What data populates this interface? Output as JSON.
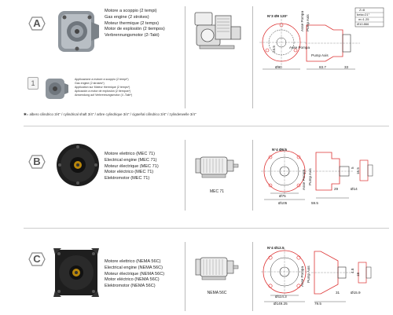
{
  "section_a": {
    "letter": "A",
    "lines": [
      "Motore a scoppio (2 tempi)",
      "Gas engine (2 strokes)",
      "Moteur thermique (2 temps)",
      "Motor de explosión (2 tiempos)",
      "Verbrennungsmotor (2-Takt)"
    ],
    "sub_number": "1",
    "sub_lines": [
      "Applicazione a motore a scoppio (2 tempi*)",
      "Gas engine (2 strokes*)",
      "Application sur Moteur thermique (2 temps*)",
      "Aplicación a motor de explosión (2 tiempos*)",
      "Anwendung auf Verbrennungsmotor (4 -Takt*)"
    ],
    "footnote": "✱= albero cilindrico 3/4\" / cylindrical shaft 3/4\" / arbre cylindrique 3/4\" / cigüeñal cilíndrico 3/4\" / zylinderwelle 3/4\"",
    "dims": {
      "holes": "N°3 Ø9 120°",
      "asse_pompa": "Asse Pompa",
      "pump_axis": "Pump Axis",
      "asse_pompa_2": "Asse Pompa",
      "pump_axis_2": "Pump Axis",
      "d_outer": "Ø90",
      "len1": "83.7",
      "len2": "33",
      "h": "23.5",
      "key1": "Z=8",
      "key2": "beta=21°",
      "key3": "m=1.25",
      "key4": "Ø10.866"
    }
  },
  "section_b": {
    "letter": "B",
    "lines": [
      "Motore elettrico (MEC 71)",
      "Electrical engine (MEC 71)",
      "Moteur électrique (MEC 71)",
      "Motor eléctrico (MEC 71)",
      "Elektromotor (MEC 71)"
    ],
    "motor_label": "MEC 71",
    "dims": {
      "holes": "N°4 Ø6.5",
      "asse_pompa": "Asse Pompa",
      "pump_axis": "Pump Axis",
      "d1": "Ø75",
      "d2": "Ø105",
      "len": "59.5",
      "w": "29",
      "d3": "Ø14",
      "k1": "5",
      "k2": "16.5"
    }
  },
  "section_c": {
    "letter": "C",
    "lines": [
      "Motore elettrico (NEMA 56C)",
      "Electrical engine (NEMA 56C)",
      "Moteur électrique (NEMA 56C)",
      "Motor eléctrico (NEMA 56C)",
      "Elektromotor (NEMA 56C)"
    ],
    "motor_label": "NEMA 56C",
    "dims": {
      "holes": "N°4 Ø12.5",
      "asse_pompa": "Asse Pompa",
      "pump_axis": "Pump Axis",
      "d1": "Ø114.3",
      "d2": "Ø149.25",
      "len": "79.5",
      "w": "31",
      "d3": "Ø15.9",
      "k1": "4.8",
      "k2": "18"
    }
  }
}
